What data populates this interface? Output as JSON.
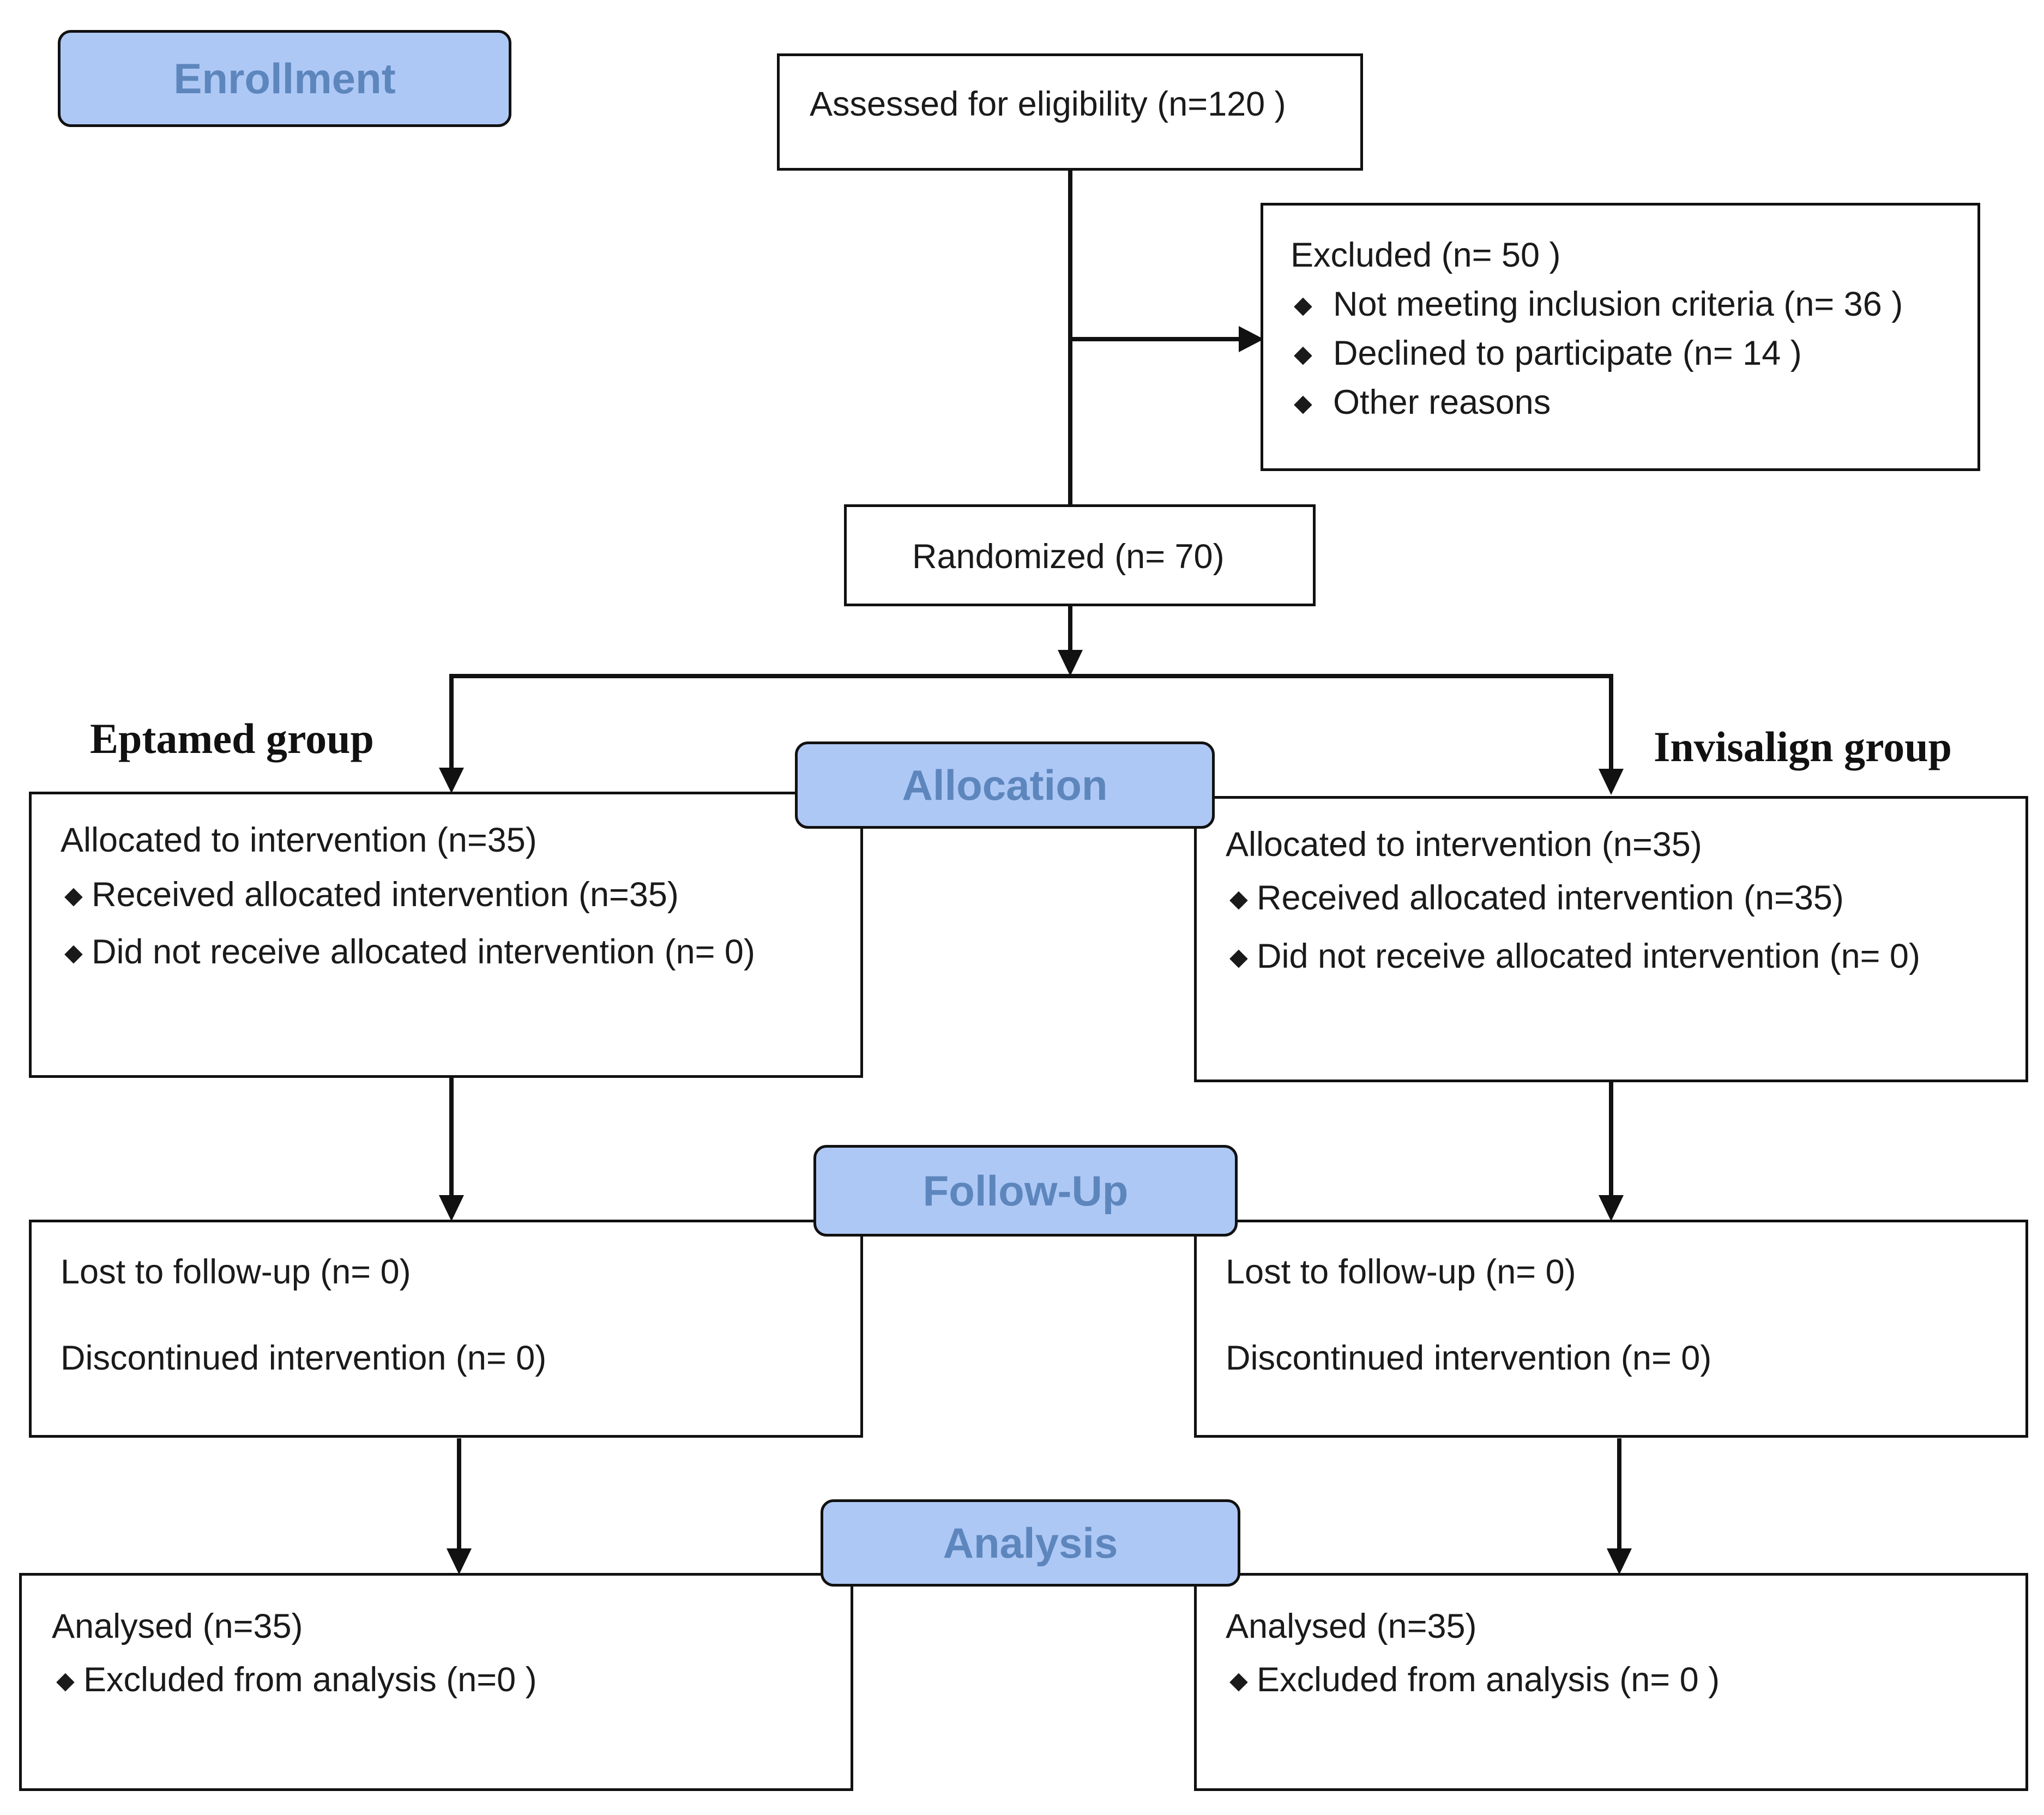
{
  "stages": {
    "enrollment": "Enrollment",
    "allocation": "Allocation",
    "follow_up": "Follow-Up",
    "analysis": "Analysis"
  },
  "assessed": "Assessed for eligibility (n=120  )",
  "excluded": {
    "title": "Excluded  (n= 50 )",
    "items": [
      "Not meeting inclusion criteria (n= 36 )",
      "Declined to participate (n= 14  )",
      "Other reasons"
    ]
  },
  "randomized": "Randomized (n= 70)",
  "groups": {
    "left": {
      "name": "Eptamed group",
      "allocation": {
        "title": "Allocated to intervention (n=35)",
        "items": [
          "Received allocated intervention (n=35)",
          "Did not receive allocated intervention (n= 0)"
        ]
      },
      "follow_up": {
        "lost": "Lost to follow-up (n= 0)",
        "discontinued": "Discontinued intervention (n= 0)"
      },
      "analysis": {
        "title": "Analysed  (n=35)",
        "items": [
          "Excluded from analysis  (n=0  )"
        ]
      }
    },
    "right": {
      "name": "Invisalign group",
      "allocation": {
        "title": "Allocated to intervention (n=35)",
        "items": [
          "Received allocated intervention (n=35)",
          "Did not receive allocated intervention (n= 0)"
        ]
      },
      "follow_up": {
        "lost": "Lost to follow-up (n= 0)",
        "discontinued": "Discontinued intervention (n= 0)"
      },
      "analysis": {
        "title": "Analysed  (n=35)",
        "items": [
          "Excluded from analysis (n= 0 )"
        ]
      }
    }
  }
}
